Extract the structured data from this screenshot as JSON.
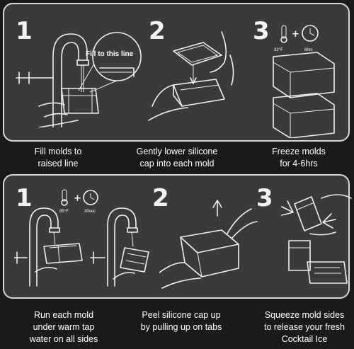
{
  "top_section": {
    "steps": [
      {
        "number": "1",
        "callout": "Fill to this line",
        "caption_line1": "Fill molds to",
        "caption_line2": "raised line"
      },
      {
        "number": "2",
        "caption_line1": "Gently lower silicone",
        "caption_line2": "cap into each mold"
      },
      {
        "number": "3",
        "temp_label": "32°F",
        "time_label": "6hrs",
        "caption_line1": "Freeze molds",
        "caption_line2": "for 4-6hrs"
      }
    ]
  },
  "bottom_section": {
    "steps": [
      {
        "number": "1",
        "temp_label": "85°F",
        "time_label": "30sec",
        "caption_line1": "Run each mold",
        "caption_line2": "under warm tap",
        "caption_line3": "water on all sides"
      },
      {
        "number": "2",
        "caption_line1": "Peel silicone cap up",
        "caption_line2": "by pulling up on tabs"
      },
      {
        "number": "3",
        "caption_line1": "Squeeze mold sides",
        "caption_line2": "to release your fresh",
        "caption_line3": "Cocktail Ice"
      }
    ]
  },
  "colors": {
    "background": "#1a1a1a",
    "panel": "#3a3a3a",
    "line_art": "#f0f0f0"
  },
  "icons": [
    "thermometer-icon",
    "clock-icon",
    "faucet-icon",
    "hand-icon",
    "ice-mold-icon"
  ]
}
